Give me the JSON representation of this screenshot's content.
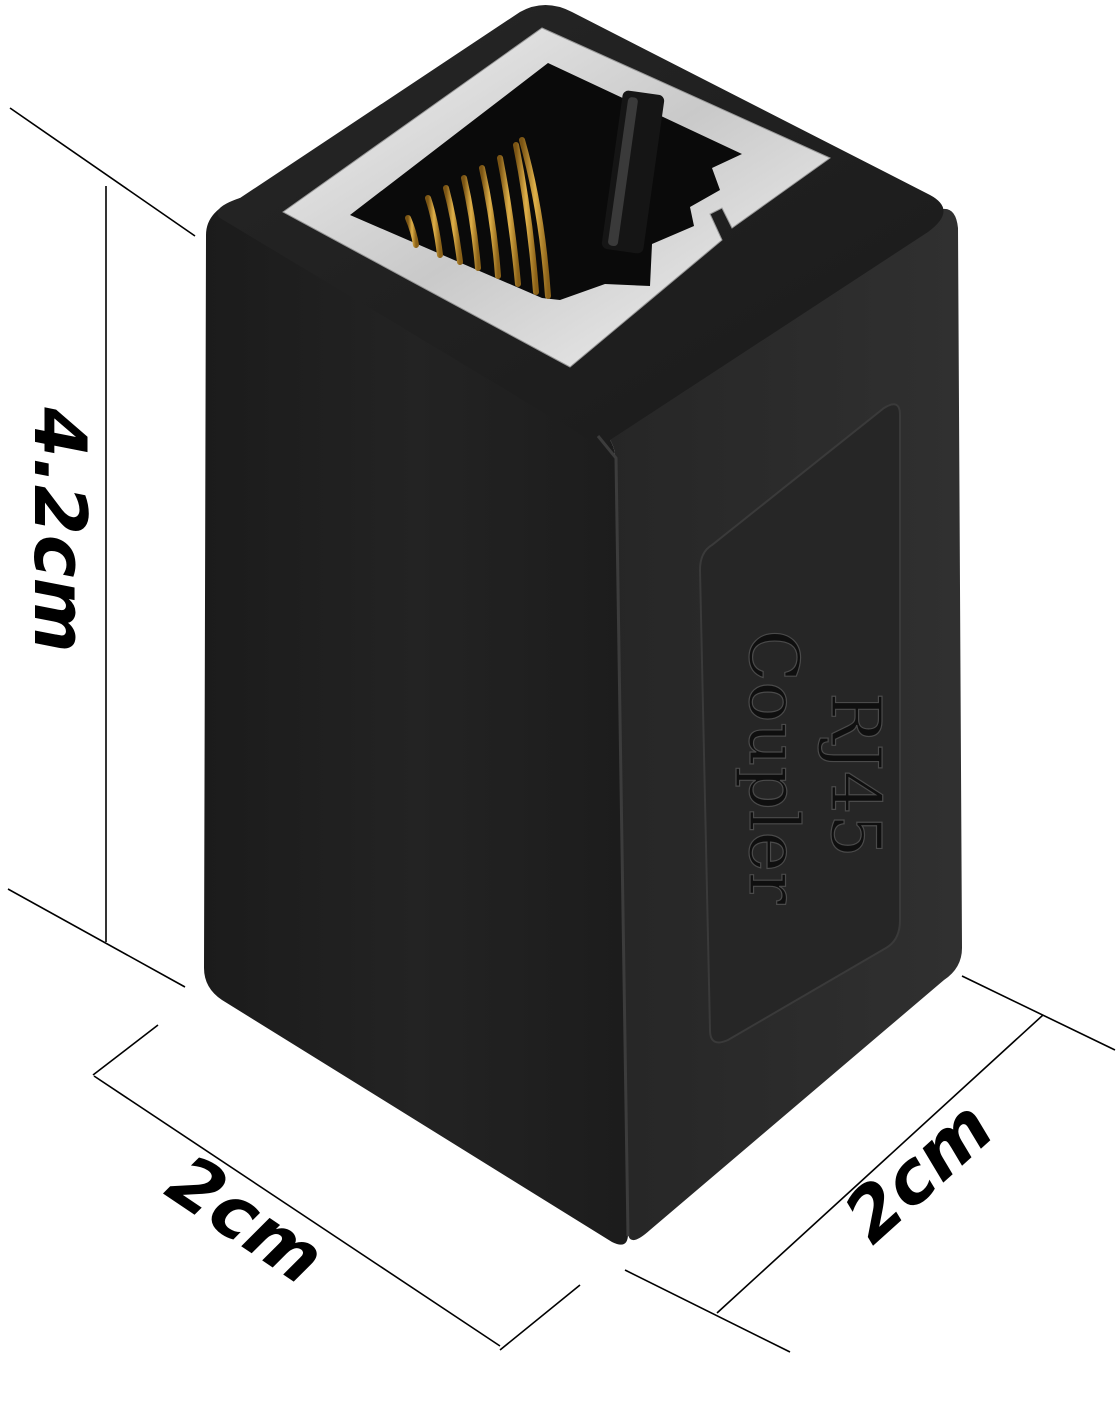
{
  "product": {
    "embossed_label": {
      "line1": "RJ45",
      "line2": "Coupler"
    }
  },
  "dimensions": {
    "height": "4.2cm",
    "width_left": "2cm",
    "width_right": "2cm"
  },
  "colors": {
    "body": "#1e1e1e",
    "body_side": "#2a2a2a",
    "shield": "#e8e8e8",
    "pins": "#c8952f",
    "dimension_lines": "#000000"
  }
}
